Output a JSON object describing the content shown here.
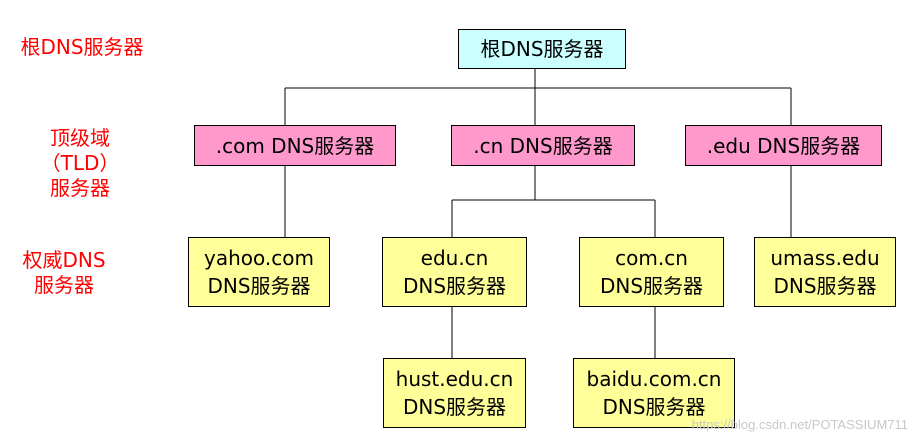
{
  "level_labels": {
    "root": "根DNS服务器",
    "tld": [
      "顶级域",
      "（TLD）",
      "服务器"
    ],
    "authoritative": [
      "权威DNS",
      "服务器"
    ]
  },
  "nodes": {
    "root": [
      "根DNS服务器"
    ],
    "tld_com": [
      ".com DNS服务器"
    ],
    "tld_cn": [
      ".cn DNS服务器"
    ],
    "tld_edu": [
      ".edu DNS服务器"
    ],
    "auth_yahoo": [
      "yahoo.com",
      "DNS服务器"
    ],
    "auth_edu_cn": [
      "edu.cn",
      "DNS服务器"
    ],
    "auth_com_cn": [
      "com.cn",
      "DNS服务器"
    ],
    "auth_umass": [
      "umass.edu",
      "DNS服务器"
    ],
    "auth_hust": [
      "hust.edu.cn",
      "DNS服务器"
    ],
    "auth_baidu": [
      "baidu.com.cn",
      "DNS服务器"
    ]
  },
  "watermark": "https://blog.csdn.net/POTASSIUM711",
  "colors": {
    "root_fill": "#ccffff",
    "tld_fill": "#ff99cc",
    "authoritative_fill": "#ffff99",
    "level_label_text": "#ff0000",
    "border": "#000000"
  }
}
